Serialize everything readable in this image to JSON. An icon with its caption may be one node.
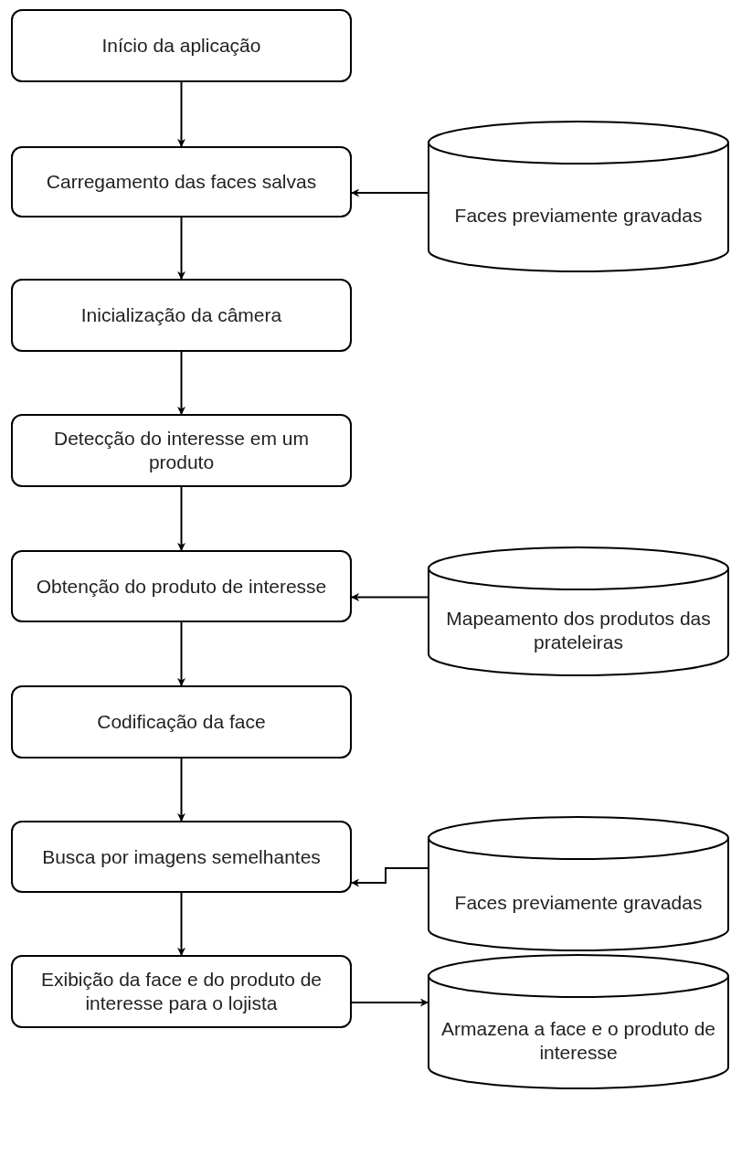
{
  "diagram": {
    "nodes": [
      {
        "text": [
          "Início da aplicação"
        ]
      },
      {
        "text": [
          "Carregamento das faces salvas"
        ]
      },
      {
        "text": [
          "Faces previamente gravadas"
        ]
      },
      {
        "text": [
          "Inicialização da câmera"
        ]
      },
      {
        "text": [
          "Detecção do interesse em um produto"
        ]
      },
      {
        "text": [
          "Obtenção do produto de interesse"
        ]
      },
      {
        "text": [
          "Mapeamento dos produtos das prateleiras"
        ]
      },
      {
        "text": [
          "Codificação da face"
        ]
      },
      {
        "text": [
          "Busca por imagens semelhantes"
        ]
      },
      {
        "text": [
          "Faces previamente gravadas"
        ]
      },
      {
        "text": [
          "Exibição da face e do produto de interesse para o lojista"
        ]
      },
      {
        "text": [
          "Armazena a face e o produto de interesse"
        ]
      }
    ],
    "edges": [
      {
        "from": 0,
        "to": 1,
        "arrow": "to"
      },
      {
        "from": 2,
        "to": 1,
        "arrow": "to"
      },
      {
        "from": 1,
        "to": 3,
        "arrow": "to"
      },
      {
        "from": 3,
        "to": 4,
        "arrow": "to"
      },
      {
        "from": 4,
        "to": 5,
        "arrow": "to"
      },
      {
        "from": 6,
        "to": 5,
        "arrow": "to"
      },
      {
        "from": 5,
        "to": 7,
        "arrow": "to"
      },
      {
        "from": 7,
        "to": 8,
        "arrow": "to"
      },
      {
        "from": 9,
        "to": 8,
        "arrow": "to"
      },
      {
        "from": 8,
        "to": 10,
        "arrow": "to"
      },
      {
        "from": 10,
        "to": 11,
        "arrow": "to"
      }
    ]
  }
}
